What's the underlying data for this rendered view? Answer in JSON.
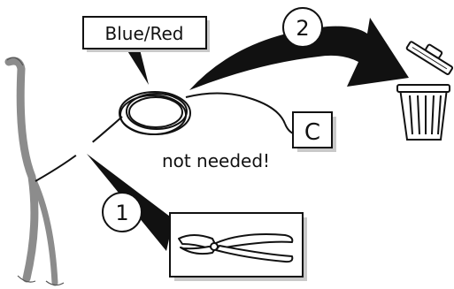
{
  "callouts": {
    "wire_color": "Blue/Red",
    "connector": "C",
    "note": "not needed!"
  },
  "steps": {
    "cut": "1",
    "discard": "2"
  },
  "icons": {
    "cut_tool": "wire-cutter-icon",
    "discard_target": "trash-can-icon"
  },
  "colors": {
    "ink": "#111111",
    "harness": "#8c8c8c",
    "box_shadow": "#c9c9c9"
  }
}
